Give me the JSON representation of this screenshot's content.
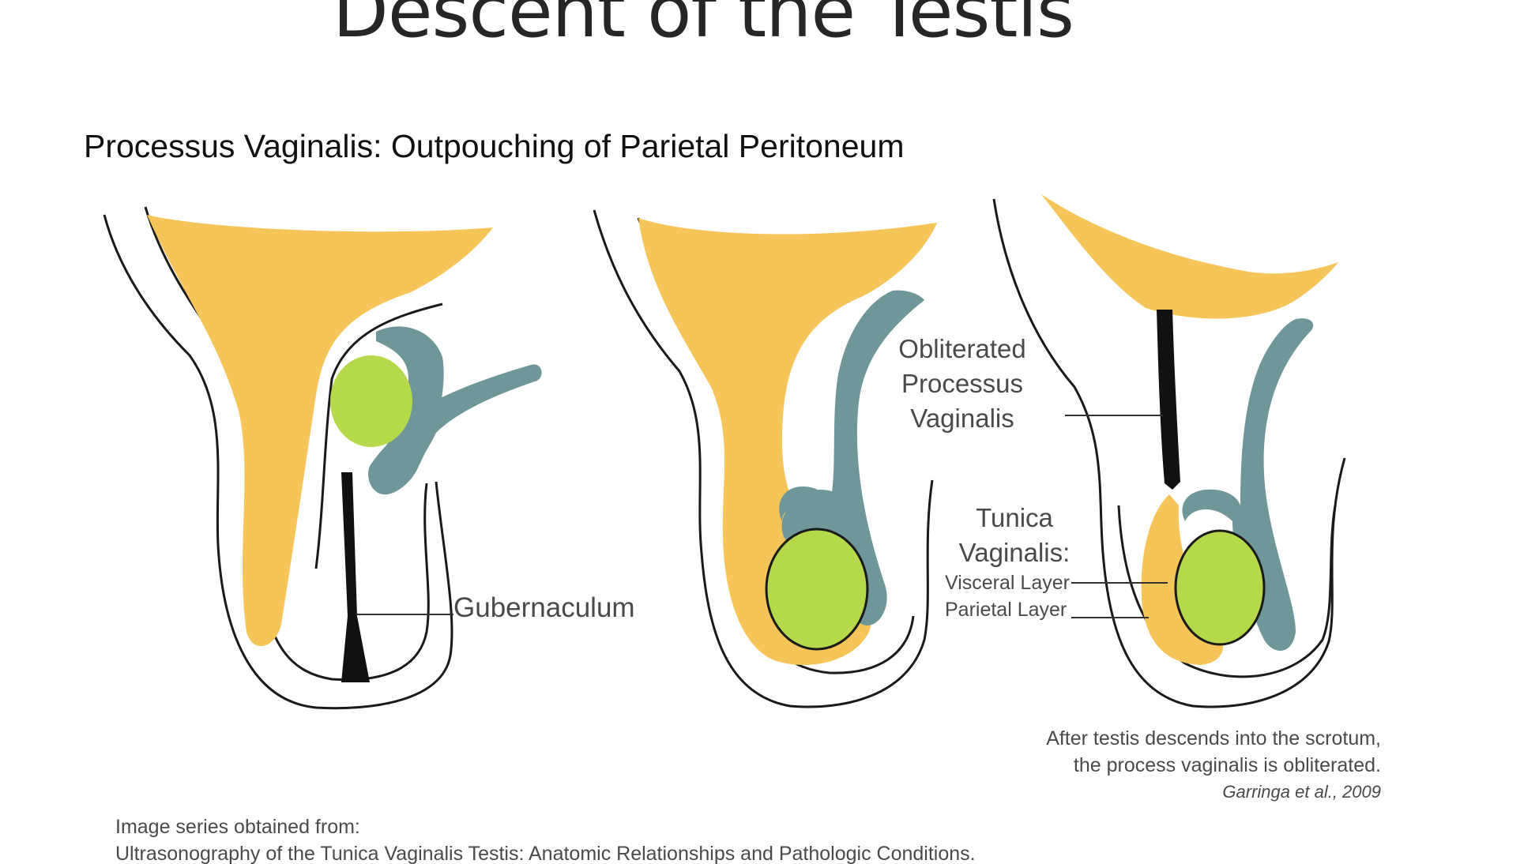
{
  "slide": {
    "title": "Descent of the Testis",
    "subtitle": "Processus Vaginalis: Outpouching of Parietal Peritoneum"
  },
  "labels": {
    "gubernaculum": "Gubernaculum",
    "obliterated": [
      "Obliterated",
      "Processus",
      "Vaginalis"
    ],
    "tunica": [
      "Tunica",
      "Vaginalis:"
    ],
    "visceral_layer": "Visceral Layer",
    "parietal_layer": "Parietal Layer"
  },
  "caption": {
    "line1": "After testis descends into the scrotum,",
    "line2": "the process vaginalis is obliterated.",
    "citation": "Garringa et al., 2009"
  },
  "source": {
    "line1": "Image series obtained from:",
    "line2": "Ultrasonography of the Tunica Vaginalis Testis: Anatomic Relationships and Pathologic Conditions."
  },
  "colors": {
    "peritoneum": "#F6C55A",
    "testis": "#B5D94A",
    "epididymis": "#6F9698",
    "gubernaculum": "#111111",
    "outline": "#1a1a1a"
  }
}
